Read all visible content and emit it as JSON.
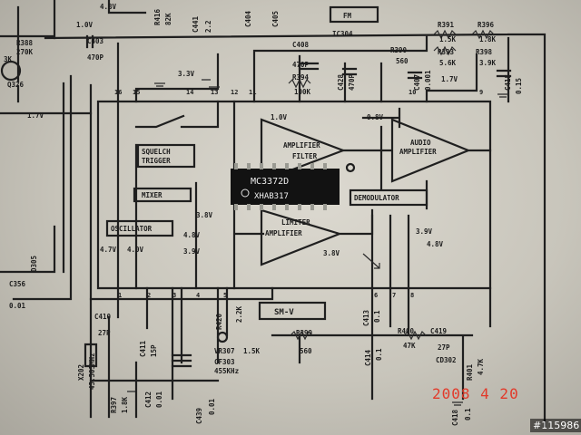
{
  "photo_date": "2008 4 20",
  "image_id": "#115986",
  "ic_box": {
    "title": "FM",
    "part": "IC304"
  },
  "chip": {
    "line1": "MC3372D",
    "line2": "XHAB317"
  },
  "blocks": {
    "squelch_line1": "SQUELCH",
    "squelch_line2": "TRIGGER",
    "mixer": "MIXER",
    "oscillator": "OSCILLATOR",
    "amp_filter_line1": "AMPLIFIER",
    "amp_filter_line2": "FILTER",
    "audio_amp_line1": "AUDIO",
    "audio_amp_line2": "AMPLIFIER",
    "demodulator": "DEMODULATOR",
    "limiter_line1": "LIMITER",
    "limiter_line2": "AMPLIFIER",
    "smv": "SM-V"
  },
  "voltages": {
    "v48_top": "4.8V",
    "v10_top": "1.0V",
    "v33": "3.3V",
    "v17_left": "1.7V",
    "v10_mid": "1.0V",
    "v08": "0.8V",
    "v38_left": "3.8V",
    "v47": "4.7V",
    "v40": "4.0V",
    "v48_mid": "4.8V",
    "v39": "3.9V",
    "v17_right": "1.7V",
    "v38_right": "3.8V",
    "v39_right": "3.9V",
    "v48_right": "4.8V"
  },
  "components": {
    "r388": "R388",
    "r388_val": "270K",
    "c403": "C403",
    "c403_val": "470P",
    "q326": "Q326",
    "r416": "R416",
    "r416_val": "82K",
    "c441": "C441",
    "c441_val": "2.2",
    "c404": "C404",
    "c405": "C405",
    "c408": "C408",
    "c408_val": "470P",
    "r394": "R394",
    "r394_val": "100K",
    "c428": "C428",
    "c428_val": "470P",
    "r390": "R390",
    "r390_val": "560",
    "r391": "R391",
    "r391_val": "1.5K",
    "r396": "R396",
    "r396_val": "1.8K",
    "r393": "R393",
    "r393_val": "5.6K",
    "r398": "R398",
    "r398_val": "3.9K",
    "c407": "C407",
    "c407_val": "0.001",
    "c415": "C415",
    "c415_val": "0.15",
    "x2x": "3K",
    "d305": "D305",
    "c356": "C356",
    "c356_val": "0.01",
    "c410": "C410",
    "c410_val": "27P",
    "x202": "X202",
    "x202_val": "45.505MHz",
    "c411": "C411",
    "c411_val": "15P",
    "r397": "R397",
    "r397_val": "1.8K",
    "c412": "C412",
    "c412_val": "0.01",
    "c439": "C439",
    "c439_val": "0.01",
    "r420": "R420",
    "r420_val": "2.2K",
    "vr307": "VR307",
    "vr307_val": "1.5K",
    "cf303": "CF303",
    "cf303_val": "455KHz",
    "r399": "R399",
    "r399_val": "560",
    "c413": "C413",
    "c413_val": "0.1",
    "c414": "C414",
    "c414_val": "0.1",
    "r400": "R400",
    "r400_val": "47K",
    "c419": "C419",
    "c419_val": "27P",
    "cd302": "CD302",
    "r401": "R401",
    "r401_val": "4.7K",
    "c418": "C418",
    "c418_val": "0.1"
  },
  "pins": {
    "p16": "16",
    "p15": "15",
    "p14": "14",
    "p13": "13",
    "p12": "12",
    "p11": "11",
    "p10": "10",
    "p9": "9",
    "p1": "1",
    "p2": "2",
    "p3": "3",
    "p4": "4",
    "p5": "5",
    "p6": "6",
    "p7": "7",
    "p8": "8"
  }
}
